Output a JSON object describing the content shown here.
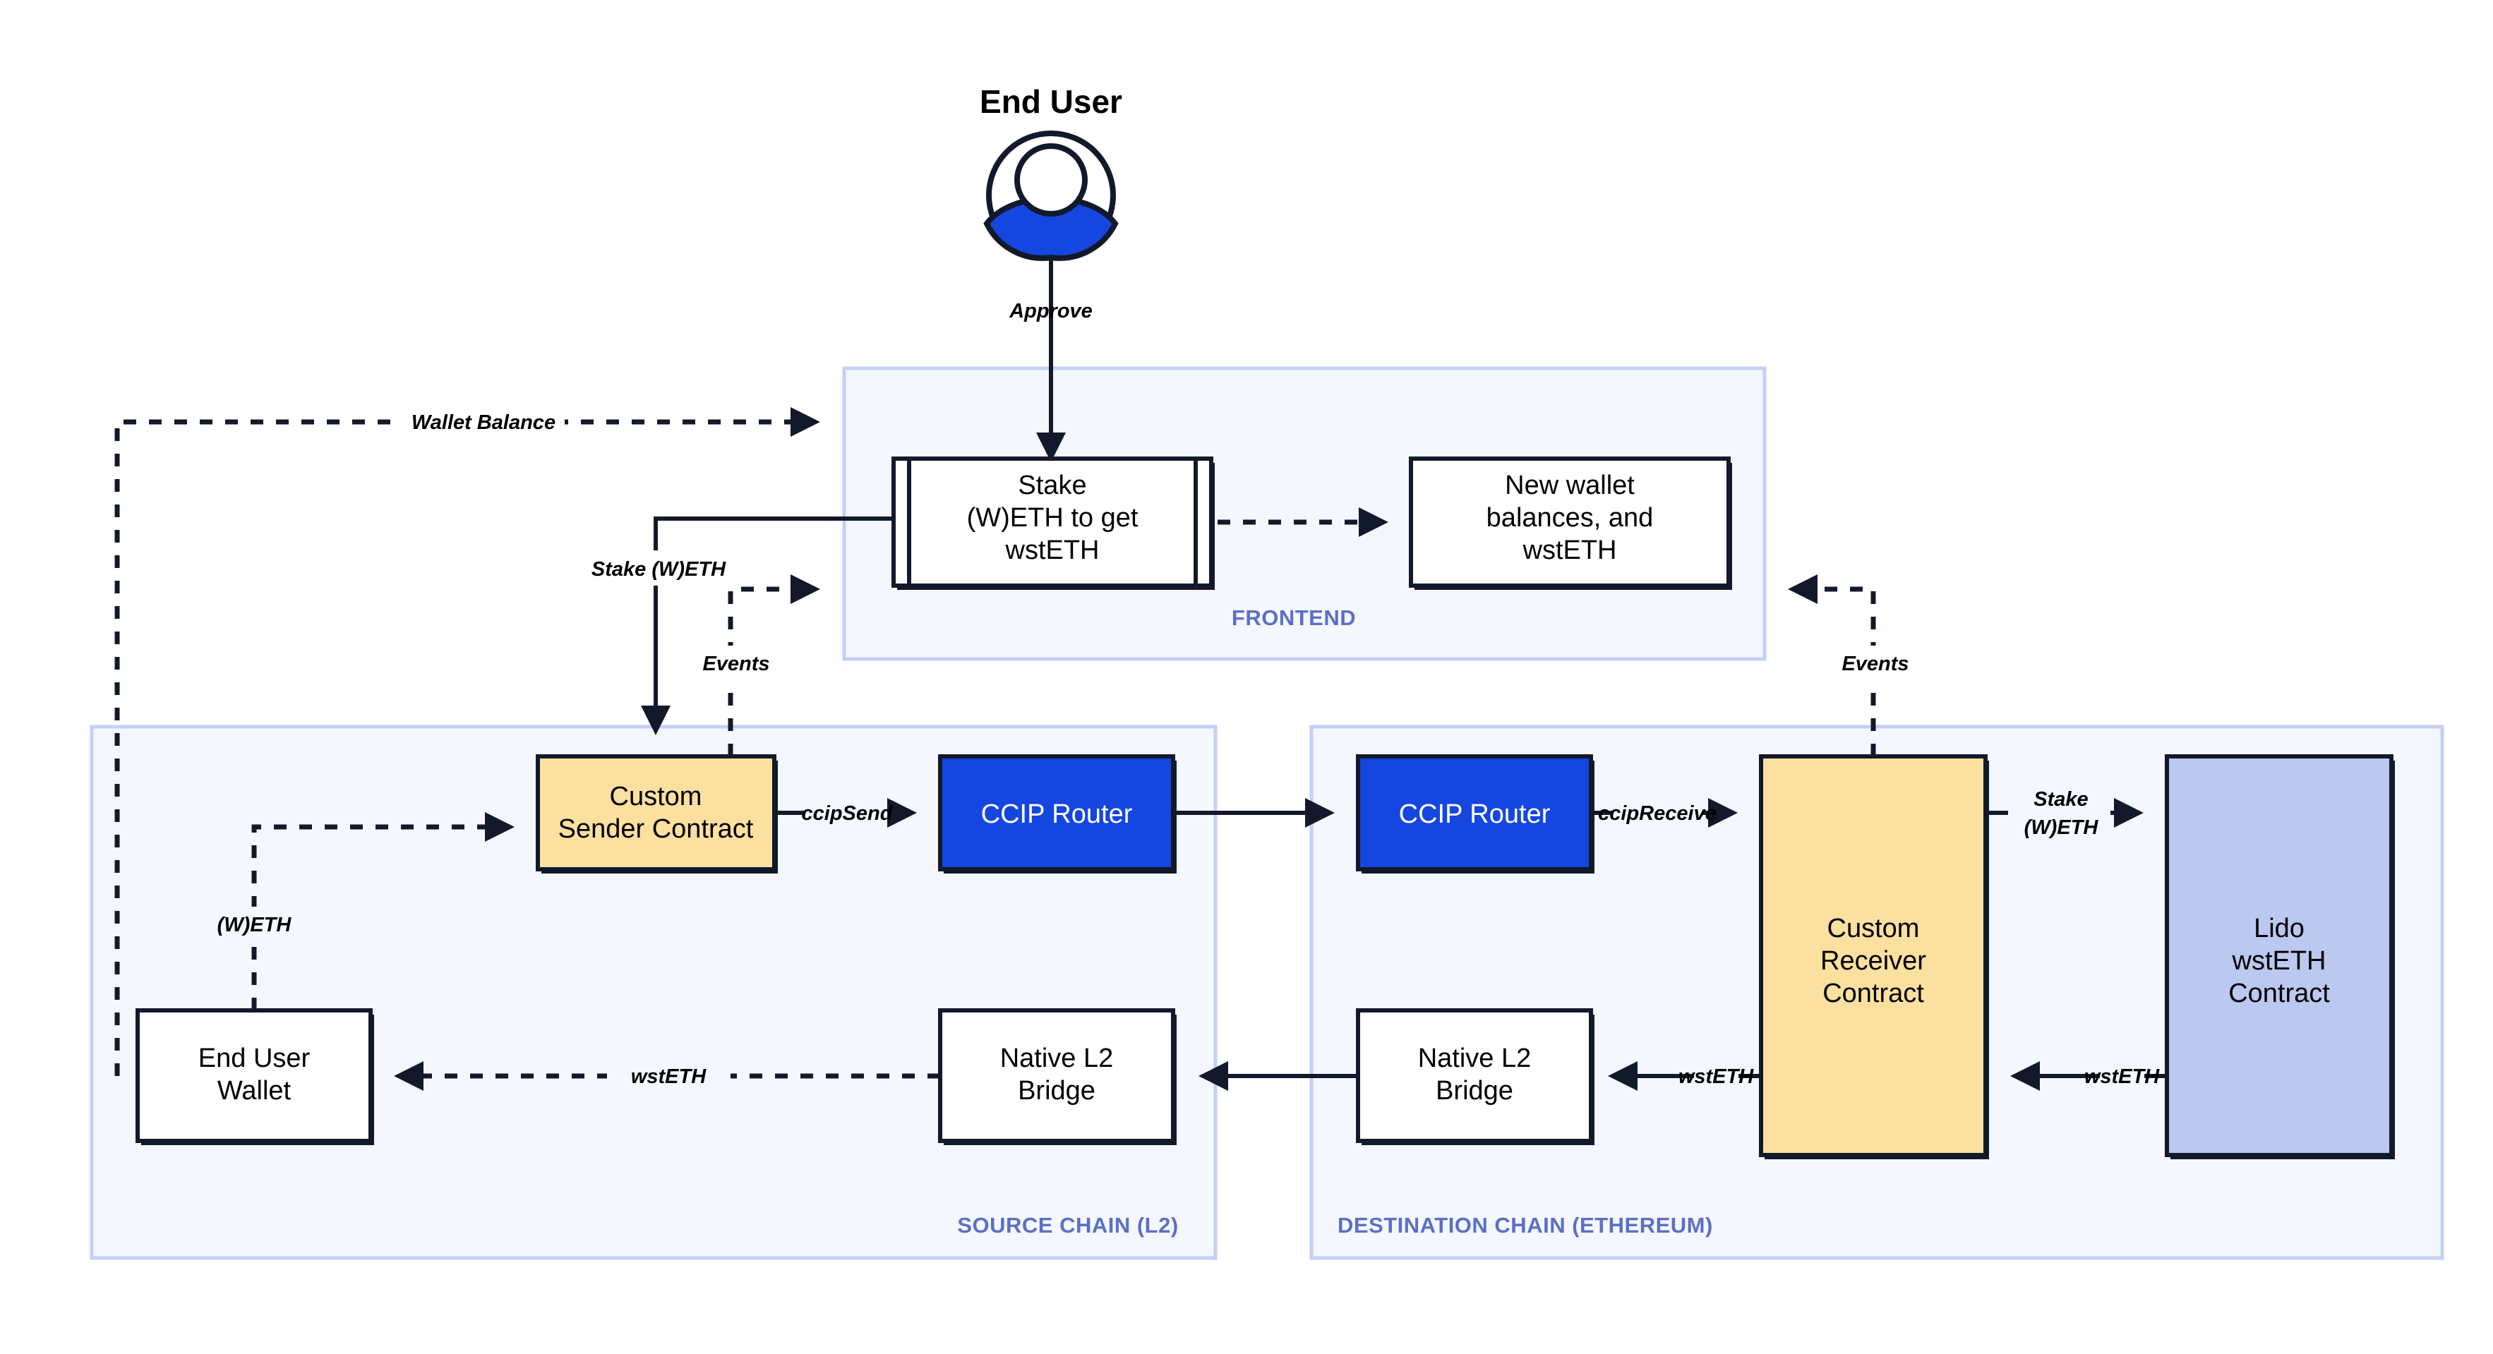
{
  "diagram": {
    "title": "CCIP Lido wstETH cross-chain staking architecture",
    "colors": {
      "zone_fill": "#F5F7FE",
      "zone_stroke": "#C3D0F7",
      "zone_label": "#5B6FC4",
      "node_stroke": "#12192B",
      "yellow": "#FCE0A0",
      "blue": "#1546E0",
      "periwinkle": "#BBC8F0",
      "white": "#FFFFFF"
    }
  },
  "actor": {
    "label": "End User",
    "icon": "user-avatar-icon"
  },
  "zones": [
    {
      "id": "frontend",
      "label": "FRONTEND"
    },
    {
      "id": "source",
      "label": "SOURCE CHAIN (L2)"
    },
    {
      "id": "destination",
      "label": "DESTINATION CHAIN (ETHEREUM)"
    }
  ],
  "nodes": {
    "stake_form": {
      "lines": [
        "Stake",
        "(W)ETH to get",
        "wstETH"
      ],
      "shape": "process",
      "fill": "white"
    },
    "new_balances": {
      "lines": [
        "New wallet",
        "balances, and",
        "wstETH"
      ],
      "shape": "rect",
      "fill": "white"
    },
    "sender_contract": {
      "lines": [
        "Custom",
        "Sender Contract"
      ],
      "shape": "rect",
      "fill": "yellow"
    },
    "router_src": {
      "lines": [
        "CCIP Router"
      ],
      "shape": "rect",
      "fill": "blue"
    },
    "user_wallet": {
      "lines": [
        "End User",
        "Wallet"
      ],
      "shape": "rect",
      "fill": "white"
    },
    "bridge_src": {
      "lines": [
        "Native L2",
        "Bridge"
      ],
      "shape": "rect",
      "fill": "white"
    },
    "router_dst": {
      "lines": [
        "CCIP Router"
      ],
      "shape": "rect",
      "fill": "blue"
    },
    "receiver_contract": {
      "lines": [
        "Custom",
        "Receiver",
        "Contract"
      ],
      "shape": "rect",
      "fill": "yellow"
    },
    "lido_contract": {
      "lines": [
        "Lido",
        "wstETH",
        "Contract"
      ],
      "shape": "rect",
      "fill": "periwinkle"
    },
    "bridge_dst": {
      "lines": [
        "Native L2",
        "Bridge"
      ],
      "shape": "rect",
      "fill": "white"
    }
  },
  "edges": [
    {
      "id": "approve",
      "label": "Approve",
      "style": "solid",
      "from": "End User",
      "to": "Stake (W)ETH to get wstETH"
    },
    {
      "id": "wallet_balance",
      "label": "Wallet Balance",
      "style": "dashed",
      "from": "End User Wallet",
      "to": "FRONTEND"
    },
    {
      "id": "balances_out",
      "label": "",
      "style": "dashed",
      "from": "Stake (W)ETH to get wstETH",
      "to": "New wallet balances, and wstETH"
    },
    {
      "id": "stake_weth",
      "label": "Stake (W)ETH",
      "style": "solid",
      "from": "Stake (W)ETH to get wstETH",
      "to": "Custom Sender Contract"
    },
    {
      "id": "events_src",
      "label": "Events",
      "style": "dashed",
      "from": "Custom Sender Contract",
      "to": "FRONTEND"
    },
    {
      "id": "events_dst",
      "label": "Events",
      "style": "dashed",
      "from": "Custom Receiver Contract",
      "to": "FRONTEND"
    },
    {
      "id": "weth_in",
      "label": "(W)ETH",
      "style": "dashed",
      "from": "End User Wallet",
      "to": "Custom Sender Contract"
    },
    {
      "id": "ccip_send",
      "label": "ccipSend",
      "style": "solid",
      "from": "Custom Sender Contract",
      "to": "CCIP Router"
    },
    {
      "id": "ccip_hop",
      "label": "",
      "style": "solid",
      "from": "CCIP Router (L2)",
      "to": "CCIP Router (Ethereum)"
    },
    {
      "id": "ccip_receive",
      "label": "ccipReceive",
      "style": "solid",
      "from": "CCIP Router",
      "to": "Custom Receiver Contract"
    },
    {
      "id": "stake_weth_dst",
      "label": "Stake\n(W)ETH",
      "style": "solid",
      "from": "Custom Receiver Contract",
      "to": "Lido wstETH Contract"
    },
    {
      "id": "wsteth_lido",
      "label": "wstETH",
      "style": "solid",
      "from": "Lido wstETH Contract",
      "to": "Custom Receiver Contract"
    },
    {
      "id": "wsteth_bridge",
      "label": "wstETH",
      "style": "solid",
      "from": "Custom Receiver Contract",
      "to": "Native L2 Bridge"
    },
    {
      "id": "bridge_hop",
      "label": "",
      "style": "solid",
      "from": "Native L2 Bridge (Ethereum)",
      "to": "Native L2 Bridge (L2)"
    },
    {
      "id": "wsteth_wallet",
      "label": "wstETH",
      "style": "dashed",
      "from": "Native L2 Bridge",
      "to": "End User Wallet"
    }
  ],
  "edge_labels": {
    "approve": "Approve",
    "wallet_balance": "Wallet Balance",
    "stake_weth": "Stake (W)ETH",
    "events_src": "Events",
    "events_dst": "Events",
    "weth_in": "(W)ETH",
    "ccip_send": "ccipSend",
    "ccip_receive": "ccipReceive",
    "stake_weth_dst_l1": "Stake",
    "stake_weth_dst_l2": "(W)ETH",
    "wsteth_lido": "wstETH",
    "wsteth_bridge": "wstETH",
    "wsteth_wallet": "wstETH"
  }
}
